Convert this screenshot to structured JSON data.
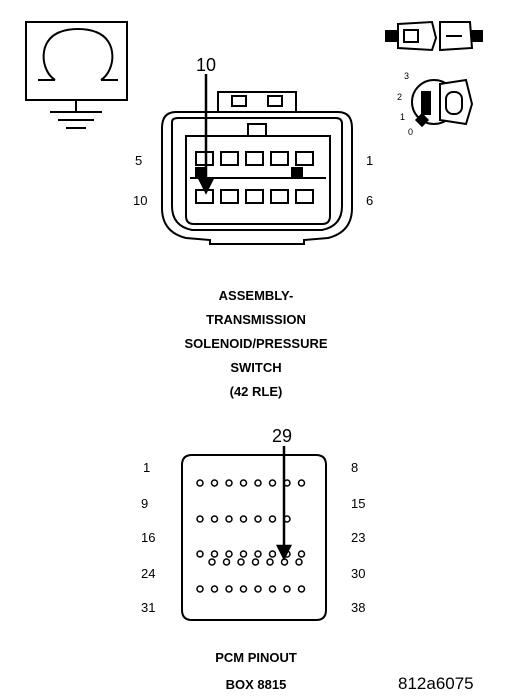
{
  "connector": {
    "callout": "10",
    "labels": {
      "top_left": "5",
      "top_right": "1",
      "bottom_left": "10",
      "bottom_right": "6"
    },
    "title_lines": [
      "ASSEMBLY-",
      "TRANSMISSION",
      "SOLENOID/PRESSURE",
      "SWITCH",
      "(42 RLE)"
    ]
  },
  "key_switch": {
    "positions": [
      "3",
      "2",
      "1",
      "0"
    ]
  },
  "pcm": {
    "callout": "29",
    "row_labels_left": [
      "1",
      "9",
      "16",
      "24",
      "31"
    ],
    "row_labels_right": [
      "8",
      "15",
      "23",
      "30",
      "38"
    ],
    "title_lines": [
      "PCM PINOUT",
      "BOX 8815"
    ]
  },
  "figure_id": "812a6075",
  "icons": {
    "ground": "ground-symbol-icon",
    "connector": "connector-side-icon",
    "key": "ignition-key-icon"
  }
}
